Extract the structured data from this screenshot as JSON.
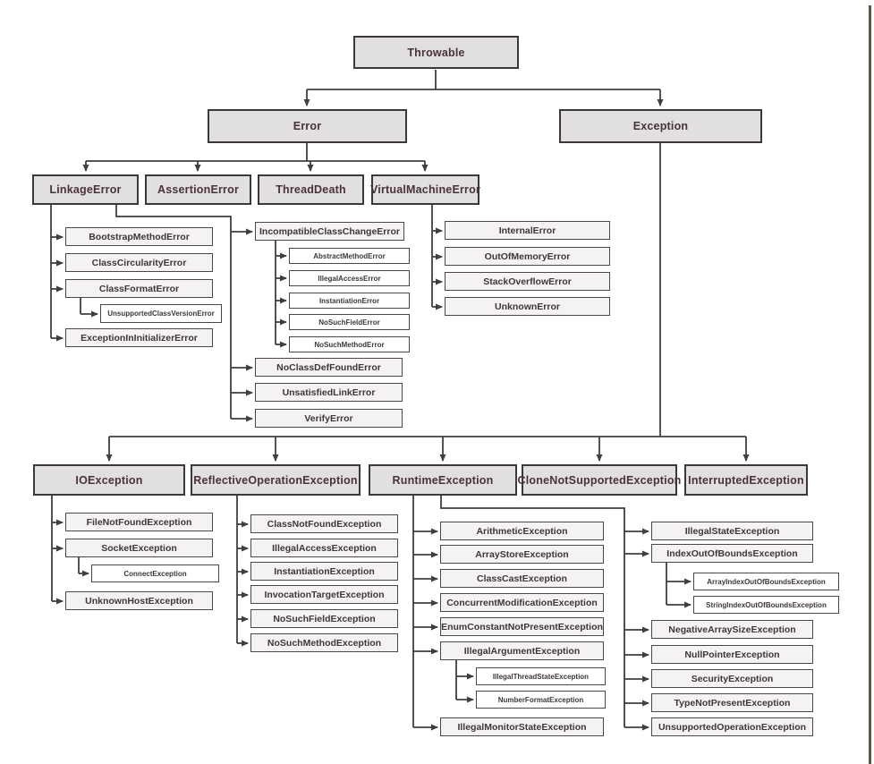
{
  "diagram": {
    "subject": "Java Throwable class hierarchy",
    "colors": {
      "header_fill": "#e1dfdf",
      "header_border": "#3d3838",
      "header_text": "#4a3338",
      "child_fill": "#f4f2f2",
      "child_border": "#4b4747",
      "child_text": "#3e3637",
      "leaf_fill": "#ffffff",
      "connector": "#3f3f3f",
      "right_edge_line": "#4e5c49"
    }
  },
  "nodes": {
    "throwable": {
      "label": "Throwable",
      "parent": null
    },
    "error": {
      "label": "Error",
      "parent": "throwable"
    },
    "exception": {
      "label": "Exception",
      "parent": "throwable"
    },
    "linkage_error": {
      "label": "LinkageError",
      "parent": "error"
    },
    "assertion_error": {
      "label": "AssertionError",
      "parent": "error"
    },
    "thread_death": {
      "label": "ThreadDeath",
      "parent": "error"
    },
    "virtual_machine_error": {
      "label": "VirtualMachineError",
      "parent": "error"
    },
    "bootstrap_method_error": {
      "label": "BootstrapMethodError",
      "parent": "linkage_error"
    },
    "class_circularity_error": {
      "label": "ClassCircularityError",
      "parent": "linkage_error"
    },
    "class_format_error": {
      "label": "ClassFormatError",
      "parent": "linkage_error"
    },
    "unsupported_class_version_error": {
      "label": "UnsupportedClassVersionError",
      "parent": "class_format_error"
    },
    "exception_in_initializer_error": {
      "label": "ExceptionInInitializerError",
      "parent": "linkage_error"
    },
    "incompatible_class_change_error": {
      "label": "IncompatibleClassChangeError",
      "parent": "linkage_error"
    },
    "abstract_method_error": {
      "label": "AbstractMethodError",
      "parent": "incompatible_class_change_error"
    },
    "illegal_access_error": {
      "label": "IllegalAccessError",
      "parent": "incompatible_class_change_error"
    },
    "instantiation_error": {
      "label": "InstantiationError",
      "parent": "incompatible_class_change_error"
    },
    "no_such_field_error": {
      "label": "NoSuchFieldError",
      "parent": "incompatible_class_change_error"
    },
    "no_such_method_error": {
      "label": "NoSuchMethodError",
      "parent": "incompatible_class_change_error"
    },
    "no_class_def_found_error": {
      "label": "NoClassDefFoundError",
      "parent": "linkage_error"
    },
    "unsatisfied_link_error": {
      "label": "UnsatisfiedLinkError",
      "parent": "linkage_error"
    },
    "verify_error": {
      "label": "VerifyError",
      "parent": "linkage_error"
    },
    "internal_error": {
      "label": "InternalError",
      "parent": "virtual_machine_error"
    },
    "out_of_memory_error": {
      "label": "OutOfMemoryError",
      "parent": "virtual_machine_error"
    },
    "stack_overflow_error": {
      "label": "StackOverflowError",
      "parent": "virtual_machine_error"
    },
    "unknown_error": {
      "label": "UnknownError",
      "parent": "virtual_machine_error"
    },
    "io_exception": {
      "label": "IOException",
      "parent": "exception"
    },
    "reflective_operation_exception": {
      "label": "ReflectiveOperationException",
      "parent": "exception"
    },
    "runtime_exception": {
      "label": "RuntimeException",
      "parent": "exception"
    },
    "clone_not_supported_exception": {
      "label": "CloneNotSupportedException",
      "parent": "exception"
    },
    "interrupted_exception": {
      "label": "InterruptedException",
      "parent": "exception"
    },
    "file_not_found_exception": {
      "label": "FileNotFoundException",
      "parent": "io_exception"
    },
    "socket_exception": {
      "label": "SocketException",
      "parent": "io_exception"
    },
    "connect_exception": {
      "label": "ConnectException",
      "parent": "socket_exception"
    },
    "unknown_host_exception": {
      "label": "UnknownHostException",
      "parent": "io_exception"
    },
    "class_not_found_exception": {
      "label": "ClassNotFoundException",
      "parent": "reflective_operation_exception"
    },
    "illegal_access_exception": {
      "label": "IllegalAccessException",
      "parent": "reflective_operation_exception"
    },
    "instantiation_exception": {
      "label": "InstantiationException",
      "parent": "reflective_operation_exception"
    },
    "invocation_target_exception": {
      "label": "InvocationTargetException",
      "parent": "reflective_operation_exception"
    },
    "no_such_field_exception": {
      "label": "NoSuchFieldException",
      "parent": "reflective_operation_exception"
    },
    "no_such_method_exception": {
      "label": "NoSuchMethodException",
      "parent": "reflective_operation_exception"
    },
    "arithmetic_exception": {
      "label": "ArithmeticException",
      "parent": "runtime_exception"
    },
    "array_store_exception": {
      "label": "ArrayStoreException",
      "parent": "runtime_exception"
    },
    "class_cast_exception": {
      "label": "ClassCastException",
      "parent": "runtime_exception"
    },
    "concurrent_modification_exception": {
      "label": "ConcurrentModificationException",
      "parent": "runtime_exception"
    },
    "enum_constant_not_present_exception": {
      "label": "EnumConstantNotPresentException",
      "parent": "runtime_exception"
    },
    "illegal_argument_exception": {
      "label": "IllegalArgumentException",
      "parent": "runtime_exception"
    },
    "illegal_thread_state_exception": {
      "label": "IllegalThreadStateException",
      "parent": "illegal_argument_exception"
    },
    "number_format_exception": {
      "label": "NumberFormatException",
      "parent": "illegal_argument_exception"
    },
    "illegal_monitor_state_exception": {
      "label": "IllegalMonitorStateException",
      "parent": "runtime_exception"
    },
    "illegal_state_exception": {
      "label": "IllegalStateException",
      "parent": "runtime_exception"
    },
    "index_out_of_bounds_exception": {
      "label": "IndexOutOfBoundsException",
      "parent": "runtime_exception"
    },
    "array_index_out_of_bounds_exception": {
      "label": "ArrayIndexOutOfBoundsException",
      "parent": "index_out_of_bounds_exception"
    },
    "string_index_out_of_bounds_exception": {
      "label": "StringIndexOutOfBoundsException",
      "parent": "index_out_of_bounds_exception"
    },
    "negative_array_size_exception": {
      "label": "NegativeArraySizeException",
      "parent": "runtime_exception"
    },
    "null_pointer_exception": {
      "label": "NullPointerException",
      "parent": "runtime_exception"
    },
    "security_exception": {
      "label": "SecurityException",
      "parent": "runtime_exception"
    },
    "type_not_present_exception": {
      "label": "TypeNotPresentException",
      "parent": "runtime_exception"
    },
    "unsupported_operation_exception": {
      "label": "UnsupportedOperationException",
      "parent": "runtime_exception"
    }
  }
}
